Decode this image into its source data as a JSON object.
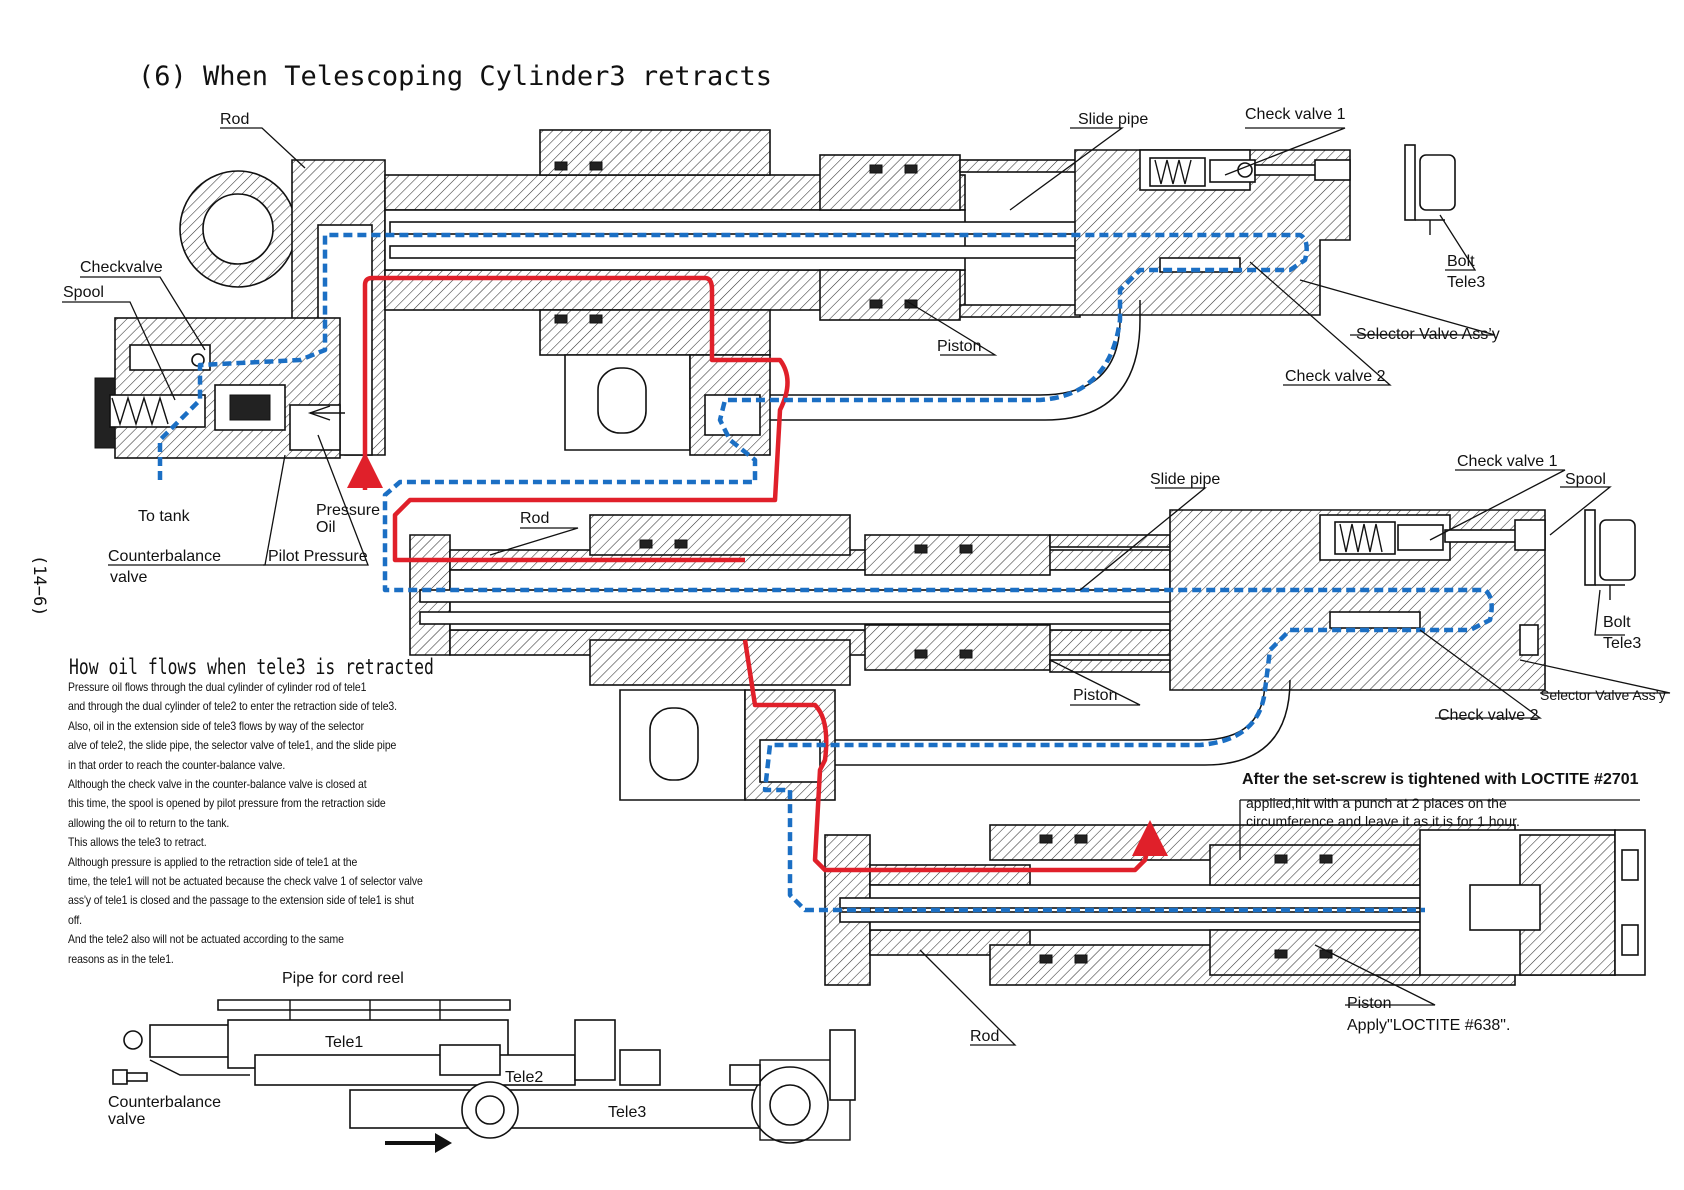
{
  "page": {
    "title": "(6) When Telescoping Cylinder3 retracts",
    "page_number": "(14−6)"
  },
  "labels": {
    "rod_top": "Rod",
    "checkvalve": "Checkvalve",
    "spool_left": "Spool",
    "to_tank": "To tank",
    "pressure_oil_1": "Pressure",
    "pressure_oil_2": "Oil",
    "counterbalance_valve_1": "Counterbalance",
    "counterbalance_valve_2": "valve",
    "pilot_pressure": "Pilot Pressure",
    "slide_pipe_top": "Slide pipe",
    "check_valve_1_top": "Check valve 1",
    "bolt_top": "Bolt",
    "tele3_top": "Tele3",
    "piston_top": "Piston",
    "selector_valve_top": "Selector Valve Ass’y",
    "check_valve_2_top": "Check valve 2",
    "slide_pipe_mid": "Slide pipe",
    "check_valve_1_mid": "Check valve 1",
    "spool_mid": "Spool",
    "rod_mid": "Rod",
    "bolt_mid": "Bolt",
    "tele3_mid": "Tele3",
    "piston_mid": "Piston",
    "selector_valve_mid": "Selector Valve Ass’y",
    "check_valve_2_mid": "Check valve 2",
    "set_screw_note_1": "After the set-screw is tightened with LOCTITE #2701",
    "set_screw_note_2": "applied,hit with a punch at 2 places on the",
    "set_screw_note_3": "circumference and leave it as it is for 1 hour.",
    "rod_bottom": "Rod",
    "piston_bottom": "Piston",
    "apply_loctite": "Apply\"LOCTITE #638\".",
    "pipe_for_cord_reel": "Pipe for cord reel",
    "tele1": "Tele1",
    "tele2": "Tele2",
    "tele3_small": "Tele3",
    "counterbalance_small_1": "Counterbalance",
    "counterbalance_small_2": "valve"
  },
  "description": {
    "heading": "How oil flows when tele3 is retracted",
    "lines": [
      " Pressure oil flows through the dual cylinder of cylinder rod of tele1",
      "and through the dual cylinder of tele2 to enter the retraction side of tele3.",
      " Also, oil in the extension side of tele3 flows by way of the selector",
      "alve of tele2, the slide pipe, the selector valve of tele1, and the slide pipe",
      "in that order to reach the counter-balance valve.",
      " Although the check valve in the counter-balance valve is closed at",
      "this time, the spool is opened by pilot pressure from the retraction side",
      "allowing the oil to return to the tank.",
      " This allows the tele3 to retract.",
      " Although pressure is applied to the retraction side of tele1 at the",
      "time, the tele1 will not be actuated because the check valve 1 of selector valve",
      "ass'y of tele1 is closed and the passage to the extension side of tele1 is shut",
      "off.",
      " And the tele2 also will not be actuated according to the same",
      "reasons as in the tele1."
    ]
  },
  "flow_colors": {
    "pressure_oil": "#e0202a",
    "return_oil": "#1b6fc4"
  }
}
